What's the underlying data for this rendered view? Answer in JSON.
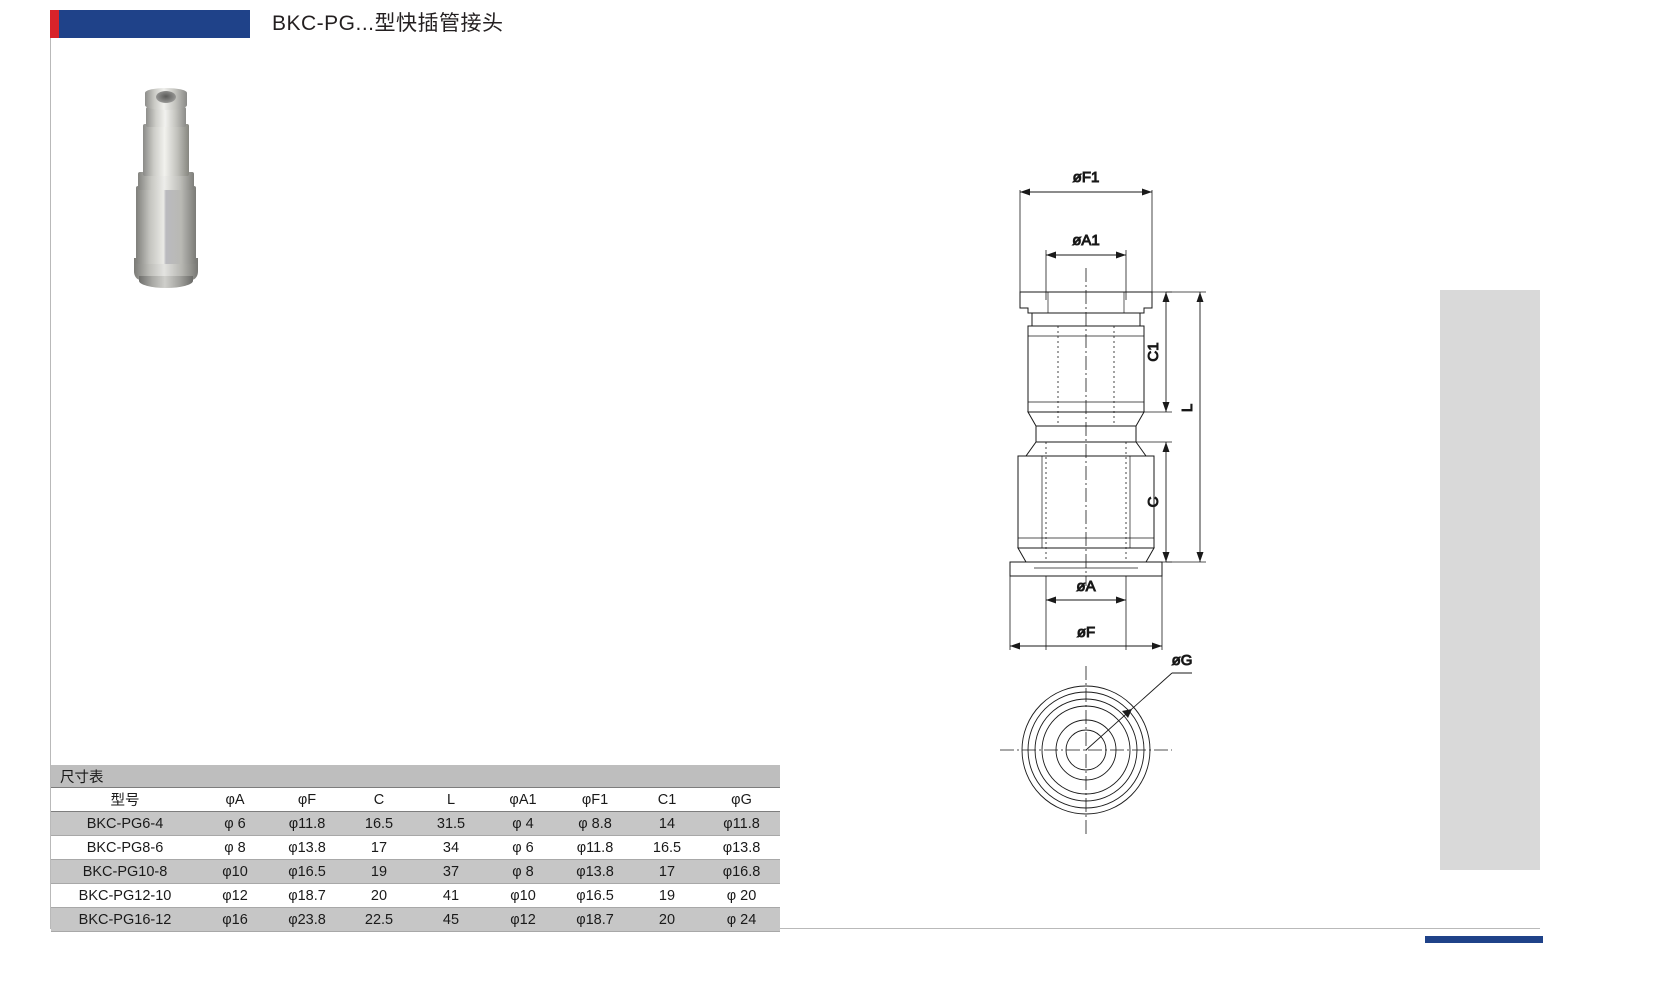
{
  "header": {
    "title": "BKC-PG...型快插管接头",
    "bar_color": "#1f4289",
    "accent_color": "#d8232a"
  },
  "product_photo": {
    "alt_name": "straight-union-push-in-fitting-photo"
  },
  "drawing": {
    "name": "bkc-pg-dimensional-drawing",
    "labels": {
      "f1": "øF1",
      "a1": "øA1",
      "c1": "C1",
      "l": "L",
      "c": "C",
      "a": "øA",
      "f": "øF",
      "g": "øG"
    }
  },
  "table": {
    "caption": "尺寸表",
    "columns": [
      "型号",
      "φA",
      "φF",
      "C",
      "L",
      "φA1",
      "φF1",
      "C1",
      "φG"
    ],
    "rows": [
      [
        "BKC-PG6-4",
        "φ 6",
        "φ11.8",
        "16.5",
        "31.5",
        "φ 4",
        "φ 8.8",
        "14",
        "φ11.8"
      ],
      [
        "BKC-PG8-6",
        "φ 8",
        "φ13.8",
        "17",
        "34",
        "φ 6",
        "φ11.8",
        "16.5",
        "φ13.8"
      ],
      [
        "BKC-PG10-8",
        "φ10",
        "φ16.5",
        "19",
        "37",
        "φ 8",
        "φ13.8",
        "17",
        "φ16.8"
      ],
      [
        "BKC-PG12-10",
        "φ12",
        "φ18.7",
        "20",
        "41",
        "φ10",
        "φ16.5",
        "19",
        "φ 20"
      ],
      [
        "BKC-PG16-12",
        "φ16",
        "φ23.8",
        "22.5",
        "45",
        "φ12",
        "φ18.7",
        "20",
        "φ 24"
      ]
    ]
  }
}
